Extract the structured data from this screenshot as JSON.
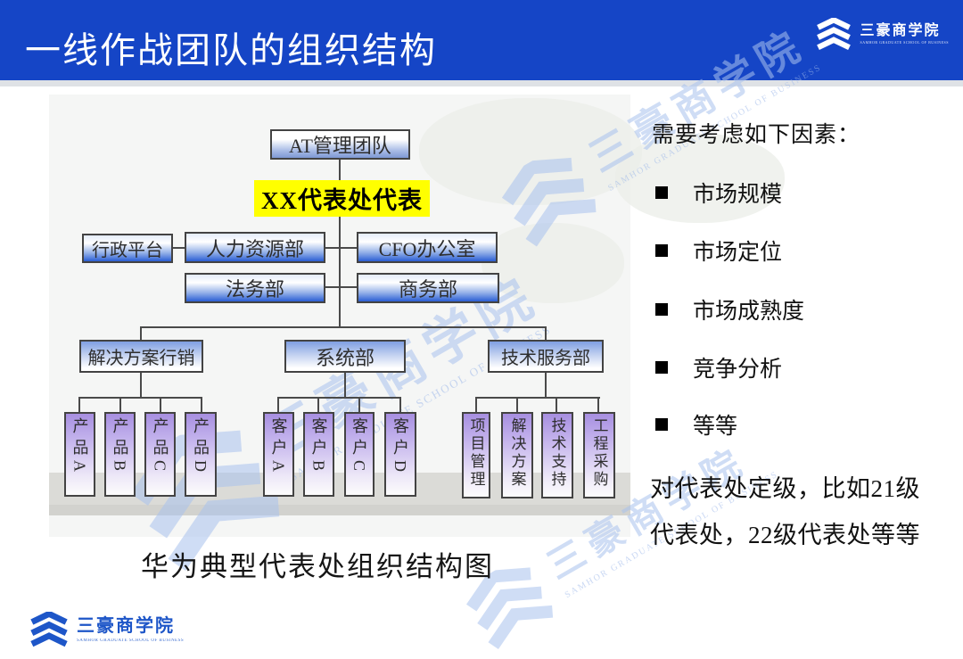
{
  "colors": {
    "header_blue": "#1545c6",
    "accent_blue": "#1e56c8",
    "box_blue_gradient_bottom": "#2a5ed4",
    "box_purple_gradient_top": "#a78fe0",
    "highlight_yellow": "#ffff00",
    "watermark_blue": "#a9c2ee",
    "gray_band": "#dbdbd7"
  },
  "logo": {
    "name": "三豪商学院",
    "subtitle": "SAMHOR GRADUATE SCHOOL OF BUSINESS"
  },
  "header": {
    "title": "一线作战团队的组织结构"
  },
  "org_chart": {
    "caption": "华为典型代表处组织结构图",
    "root": "AT管理团队",
    "representative": "XX代表处代表",
    "admin_platform": "行政平台",
    "hr_dept": "人力资源部",
    "cfo_office": "CFO办公室",
    "legal_dept": "法务部",
    "commerce_dept": "商务部",
    "solution_marketing": "解决方案行销",
    "system_dept": "系统部",
    "tech_service_dept": "技术服务部",
    "products": [
      "产品A",
      "产品B",
      "产品C",
      "产品D"
    ],
    "customers": [
      "客户A",
      "客户B",
      "客户C",
      "客户D"
    ],
    "tech_functions": [
      "项目管理",
      "解决方案",
      "技术支持",
      "工程采购"
    ]
  },
  "right_panel": {
    "heading": "需要考虑如下因素：",
    "bullets": [
      "市场规模",
      "市场定位",
      "市场成熟度",
      "竞争分析",
      "等等"
    ],
    "note": "对代表处定级，比如21级\n代表处，22级代表处等等"
  }
}
